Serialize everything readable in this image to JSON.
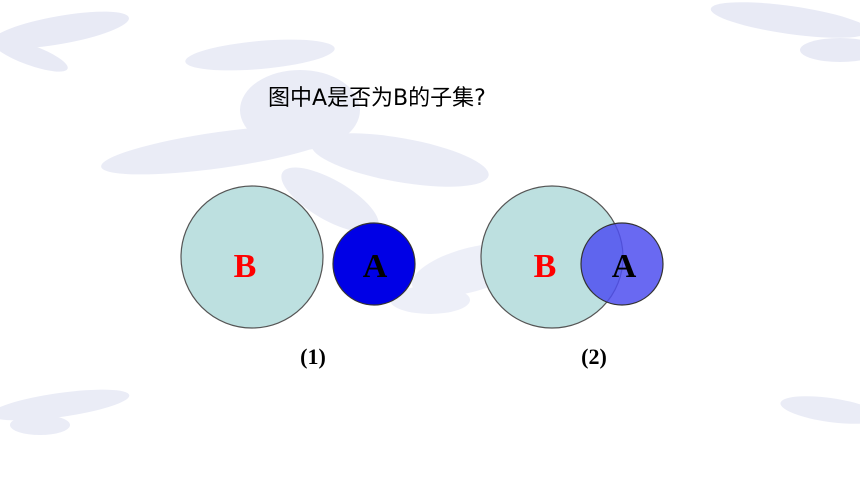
{
  "question": "图中A是否为B的子集?",
  "figures": [
    {
      "caption": "(1)",
      "set_b": {
        "label": "B",
        "fill": "#bde0e0",
        "label_color": "#ff0000"
      },
      "set_a": {
        "label": "A",
        "fill": "#0000e6",
        "label_color": "#000000"
      },
      "relation": "disjoint"
    },
    {
      "caption": "(2)",
      "set_b": {
        "label": "B",
        "fill": "#bde0e0",
        "label_color": "#ff0000"
      },
      "set_a": {
        "label": "A",
        "fill": "#4f4ff0",
        "label_color": "#000000",
        "opacity": 0.85
      },
      "relation": "overlapping"
    }
  ],
  "colors": {
    "background": "#ffffff",
    "outline": "#555555",
    "decor": "#e4e6f4"
  }
}
